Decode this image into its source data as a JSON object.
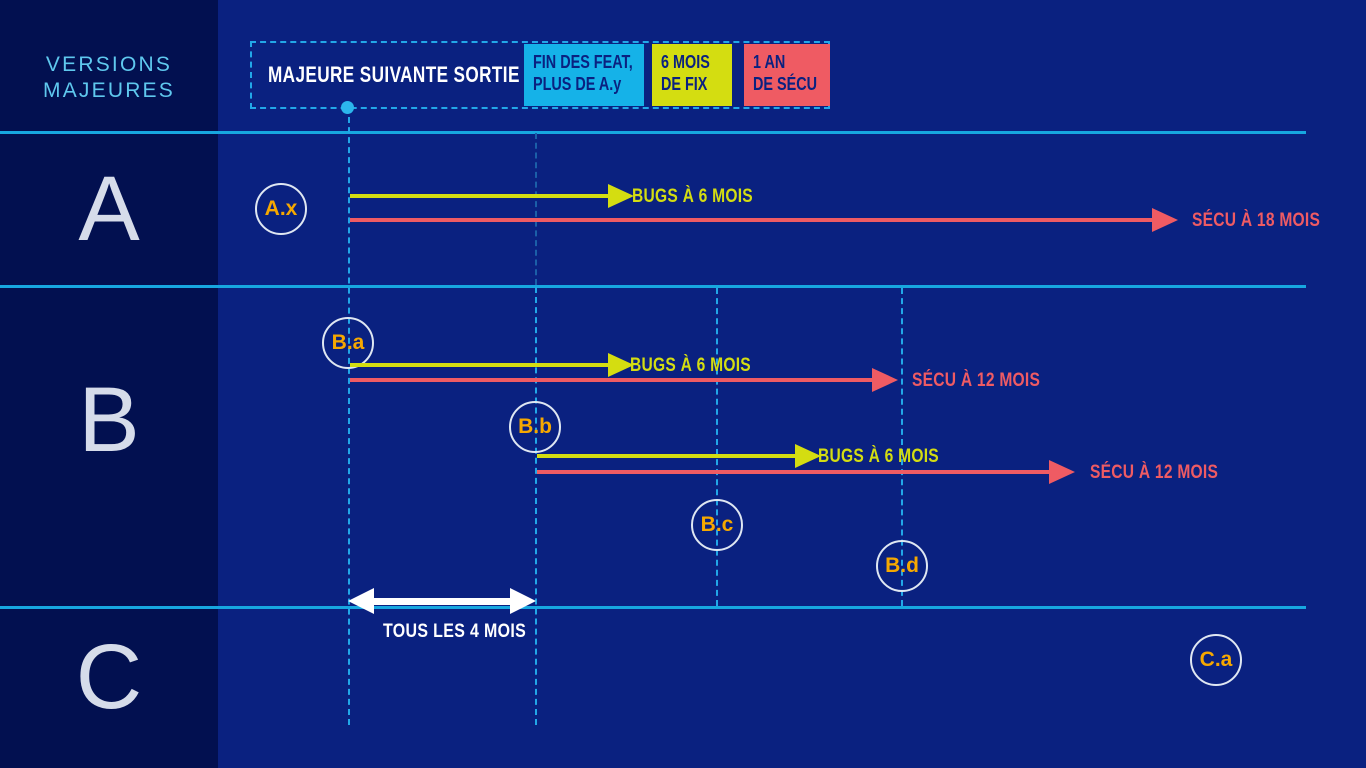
{
  "sidebar": {
    "title": "VERSIONS MAJEURES",
    "title_line1": "VERSIONS",
    "title_line2": "MAJEURES",
    "letters": [
      {
        "label": "A"
      },
      {
        "label": "B"
      },
      {
        "label": "C"
      }
    ]
  },
  "header": {
    "release_label": "MAJEURE SUIVANTE SORTIE :",
    "badges": [
      {
        "id": "feat",
        "line1": "FIN DES FEAT,",
        "line2": "PLUS DE A.y",
        "color": "#15b2e8"
      },
      {
        "id": "fix",
        "line1": "6 MOIS",
        "line2": "DE FIX",
        "color": "#d4dd11"
      },
      {
        "id": "secu",
        "line1": "1 AN",
        "line2": "DE SÉCU",
        "color": "#ef5b63"
      }
    ]
  },
  "nodes": [
    {
      "id": "ax",
      "label": "A.x"
    },
    {
      "id": "ba",
      "label": "B.a"
    },
    {
      "id": "bb",
      "label": "B.b"
    },
    {
      "id": "bc",
      "label": "B.c"
    },
    {
      "id": "bd",
      "label": "B.d"
    },
    {
      "id": "ca",
      "label": "C.a"
    }
  ],
  "tracks": [
    {
      "row": "A",
      "node": "A.x",
      "bugs_label": "BUGS À 6 MOIS",
      "secu_label": "SÉCU À 18 MOIS"
    },
    {
      "row": "B",
      "node": "B.a",
      "bugs_label": "BUGS À 6 MOIS",
      "secu_label": "SÉCU À 12 MOIS"
    },
    {
      "row": "B",
      "node": "B.b",
      "bugs_label": "BUGS À 6 MOIS",
      "secu_label": "SÉCU À 12 MOIS"
    }
  ],
  "labels": {
    "a_bugs": "BUGS À 6 MOIS",
    "a_secu": "SÉCU À 18 MOIS",
    "ba_bugs": "BUGS À 6 MOIS",
    "ba_secu": "SÉCU À 12 MOIS",
    "bb_bugs": "BUGS À 6 MOIS",
    "bb_secu": "SÉCU À 12 MOIS",
    "cadence": "TOUS LES 4 MOIS"
  },
  "colors": {
    "background": "#0a2180",
    "sidebar": "#021050",
    "accent_cyan": "#17a7e0",
    "bugs_yellow": "#d4dd11",
    "secu_red": "#ef5b63",
    "node_orange": "#f6a800",
    "heading_blue": "#5fc8ee"
  }
}
